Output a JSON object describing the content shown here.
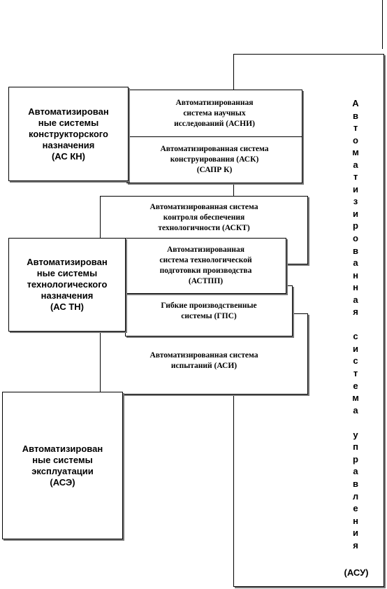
{
  "left_groups": [
    {
      "label": "Автоматизирован\nные системы\nконструкторского\nназначения\n(АС КН)"
    },
    {
      "label": "Автоматизирован\nные системы\nтехнологического\nназначения\n(АС ТН)"
    },
    {
      "label": "Автоматизирован\nные системы\nэксплуатации\n(АСЭ)"
    }
  ],
  "subsystems": {
    "asni": "Автоматизированная\nсистема научных\nисследований (АСНИ)",
    "ask": "Автоматизированная система\nконструирования (АСК)\n(САПР К)",
    "askt": "Автоматизированная система\nконтроля обеспечения\nтехнологичности (АСКТ)",
    "asttp": "Автоматизированная\nсистема технологической\nподготовки производства\n(АСТПП)",
    "gps": "Гибкие производственные\nсистемы (ГПС)",
    "asi": "Автоматизированная система\nиспытаний (АСИ)"
  },
  "asu": {
    "vertical_text": "Автоматизированная система управления",
    "abbr": "(АСУ)"
  }
}
